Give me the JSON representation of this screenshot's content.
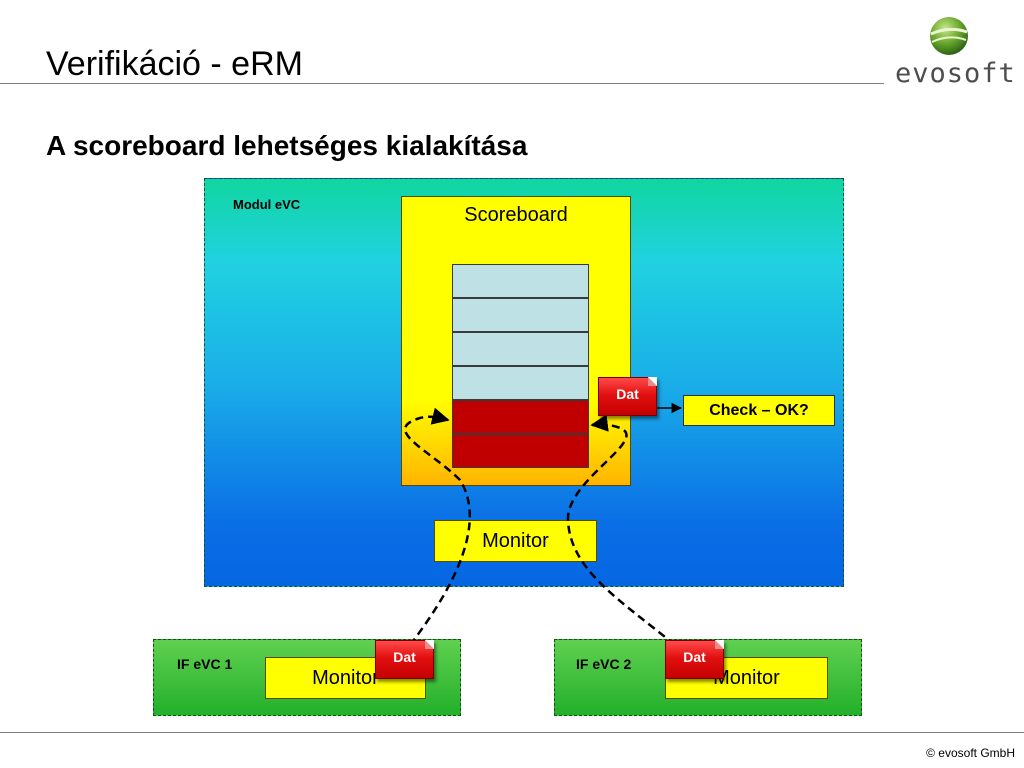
{
  "slide": {
    "title": "Verifikáció - eRM",
    "subtitle": "A scoreboard lehetséges kialakítása",
    "footer": "© evosoft GmbH"
  },
  "logo": {
    "text": "evosoft",
    "icon": "green-globe-icon"
  },
  "diagram": {
    "modul_label": "Modul eVC",
    "scoreboard_label": "Scoreboard",
    "monitor_main_label": "Monitor",
    "check_label": "Check – OK?",
    "dat_label": "Dat",
    "if1_label": "IF eVC 1",
    "if1_monitor_label": "Monitor",
    "if2_label": "IF eVC 2",
    "if2_monitor_label": "Monitor",
    "cells": [
      "light",
      "light",
      "light",
      "light",
      "red",
      "red"
    ]
  },
  "colors": {
    "accent_yellow": "#ffff00",
    "data_red": "#c00000",
    "modul_blue": "#0a6ee6",
    "if_green": "#22b02a"
  }
}
